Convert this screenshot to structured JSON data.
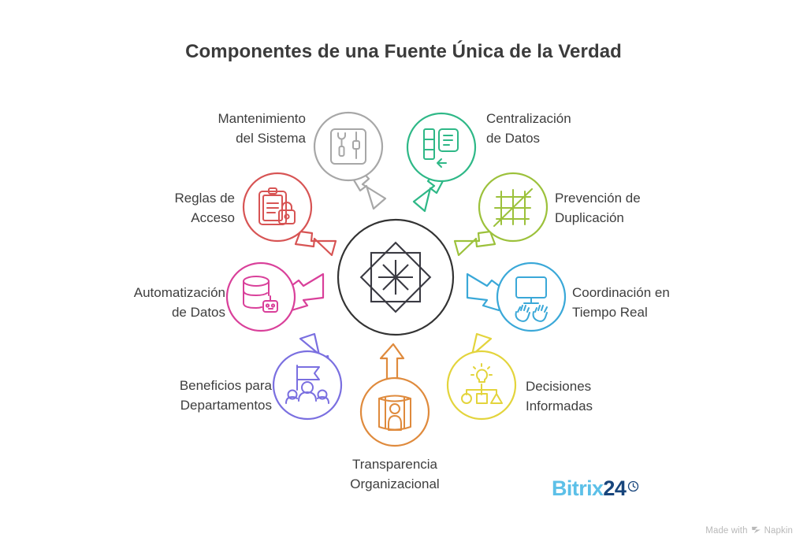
{
  "page": {
    "title": "Componentes de una Fuente Única de la Verdad",
    "background": "#ffffff",
    "text_color": "#3e3e3e"
  },
  "center": {
    "icon": "octagram-star-icon",
    "ring_color": "#333333"
  },
  "nodes": [
    {
      "id": "mantenimiento",
      "label": "Mantenimiento\ndel Sistema",
      "color": "#a7a7a7",
      "icon": "tools-wrench-screwdriver-icon",
      "label_side": "left"
    },
    {
      "id": "centralizacion",
      "label": "Centralización\nde Datos",
      "color": "#2eb887",
      "icon": "document-columns-return-icon",
      "label_side": "right"
    },
    {
      "id": "prevencion",
      "label": "Prevención de\nDuplicación",
      "color": "#9cc13b",
      "icon": "grid-slash-icon",
      "label_side": "right"
    },
    {
      "id": "coordinacion",
      "label": "Coordinación en\nTiempo Real",
      "color": "#3aa8d8",
      "icon": "monitor-hands-icon",
      "label_side": "right"
    },
    {
      "id": "decisiones",
      "label": "Decisiones\nInformadas",
      "color": "#e3d43c",
      "icon": "lightbulb-decision-tree-icon",
      "label_side": "right"
    },
    {
      "id": "transparencia",
      "label": "Transparencia\nOrganizacional",
      "color": "#df8a3c",
      "icon": "person-in-cylinder-icon",
      "label_side": "center"
    },
    {
      "id": "beneficios",
      "label": "Beneficios para\nDepartamentos",
      "color": "#7a6fe0",
      "icon": "flag-people-icon",
      "label_side": "left"
    },
    {
      "id": "automatizacion",
      "label": "Automatización\nde Datos",
      "color": "#d9409a",
      "icon": "database-robot-icon",
      "label_side": "left"
    },
    {
      "id": "reglas",
      "label": "Reglas de\nAcceso",
      "color": "#d75454",
      "icon": "clipboard-lock-icon",
      "label_side": "left"
    }
  ],
  "branding": {
    "bitrix_light": "Bitrix",
    "bitrix_dark": "24",
    "bitrix_clock_icon": "clock-icon",
    "bitrix_light_color": "#5cc0e8",
    "bitrix_dark_color": "#17457c"
  },
  "watermark": {
    "prefix": "Made with",
    "glyph_icon": "napkin-logo-icon",
    "name": "Napkin",
    "color": "#b9b9b9"
  }
}
